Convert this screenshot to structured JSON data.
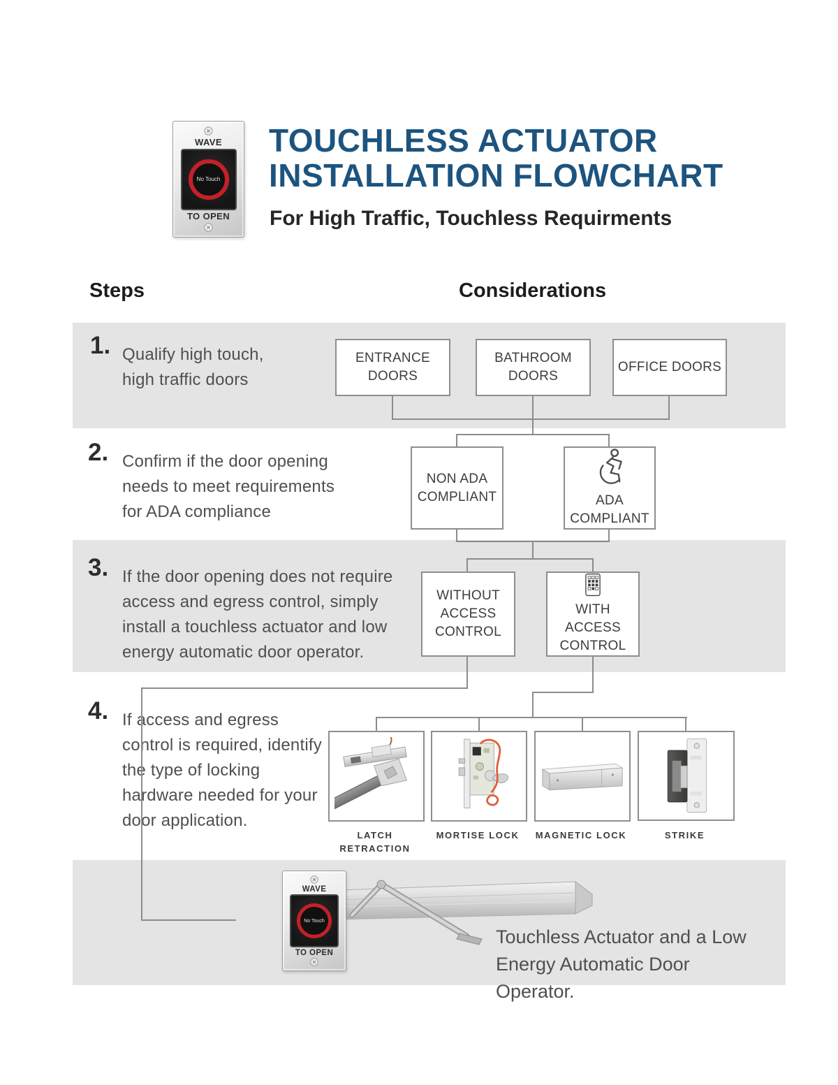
{
  "header": {
    "title_line1": "TOUCHLESS ACTUATOR",
    "title_line2": "INSTALLATION FLOWCHART",
    "subtitle": "For High Traffic, Touchless Requirments"
  },
  "device": {
    "wave_label": "WAVE",
    "button_label": "No Touch",
    "open_label": "TO OPEN"
  },
  "columns": {
    "steps_heading": "Steps",
    "considerations_heading": "Considerations"
  },
  "steps": [
    {
      "number": "1.",
      "text": "Qualify high touch, high traffic doors"
    },
    {
      "number": "2.",
      "text": "Confirm if the door opening needs to meet requirements for ADA compliance"
    },
    {
      "number": "3.",
      "text": "If the door opening does not require access and egress control, simply install a touchless actuator and low energy automatic door operator."
    },
    {
      "number": "4.",
      "text": "If access and egress control is required, identify the type of locking hardware needed for your door application."
    }
  ],
  "flow": {
    "step1_options": [
      "ENTRANCE DOORS",
      "BATHROOM DOORS",
      "OFFICE DOORS"
    ],
    "step2_options": [
      "NON ADA COMPLIANT",
      "ADA COMPLIANT"
    ],
    "step3_options": [
      "WITHOUT ACCESS CONTROL",
      "WITH ACCESS CONTROL"
    ],
    "step4_options": [
      "LATCH RETRACTION",
      "MORTISE LOCK",
      "MAGNETIC LOCK",
      "STRIKE"
    ]
  },
  "footer": {
    "caption": "Touchless Actuator and a Low Energy Automatic Door Operator."
  },
  "colors": {
    "title_blue": "#1d547f",
    "band_gray": "#e4e4e4",
    "line_gray": "#8c8c8c",
    "ring_red": "#c4202a"
  }
}
